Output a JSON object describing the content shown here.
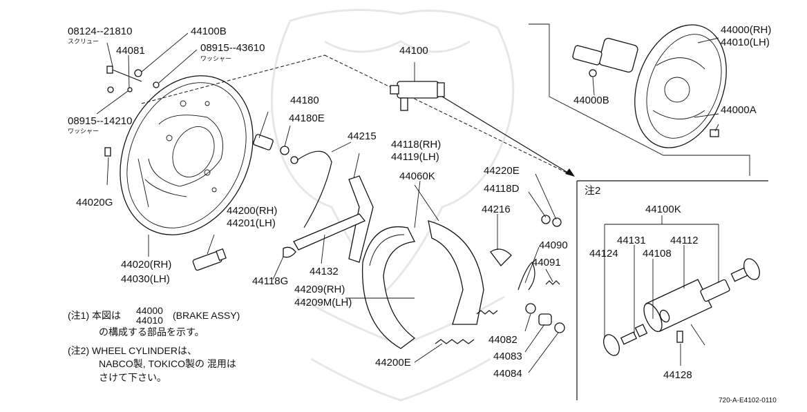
{
  "callouts": [
    {
      "id": "c1",
      "text": "08124--21810"
    },
    {
      "id": "c1s",
      "text": "スクリュー"
    },
    {
      "id": "c2",
      "text": "44100B"
    },
    {
      "id": "c3",
      "text": "44081"
    },
    {
      "id": "c4",
      "text": "08915--43610"
    },
    {
      "id": "c4s",
      "text": "ワッシャー"
    },
    {
      "id": "c5",
      "text": "44100"
    },
    {
      "id": "c6",
      "text": "44000(RH)"
    },
    {
      "id": "c7",
      "text": "44010(LH)"
    },
    {
      "id": "c8",
      "text": "44180"
    },
    {
      "id": "c9",
      "text": "44180E"
    },
    {
      "id": "c10",
      "text": "08915--14210"
    },
    {
      "id": "c10s",
      "text": "ワッシャー"
    },
    {
      "id": "c11",
      "text": "44215"
    },
    {
      "id": "c12",
      "text": "44118(RH)"
    },
    {
      "id": "c13",
      "text": "44119(LH)"
    },
    {
      "id": "c14",
      "text": "44000B"
    },
    {
      "id": "c15",
      "text": "44000A"
    },
    {
      "id": "c16",
      "text": "44020G"
    },
    {
      "id": "c17",
      "text": "44060K"
    },
    {
      "id": "c18",
      "text": "44220E"
    },
    {
      "id": "c19",
      "text": "44118D"
    },
    {
      "id": "c20",
      "text": "44200(RH)"
    },
    {
      "id": "c21",
      "text": "44201(LH)"
    },
    {
      "id": "c22",
      "text": "44216"
    },
    {
      "id": "c23",
      "text": "44090"
    },
    {
      "id": "c24",
      "text": "44091"
    },
    {
      "id": "c25",
      "text": "44020(RH)"
    },
    {
      "id": "c26",
      "text": "44030(LH)"
    },
    {
      "id": "c27",
      "text": "44132"
    },
    {
      "id": "c28",
      "text": "44118G"
    },
    {
      "id": "c29",
      "text": "44209(RH)"
    },
    {
      "id": "c30",
      "text": "44209M(LH)"
    },
    {
      "id": "c31",
      "text": "44082"
    },
    {
      "id": "c32",
      "text": "44083"
    },
    {
      "id": "c33",
      "text": "44084"
    },
    {
      "id": "c34",
      "text": "44200E"
    }
  ],
  "inset": {
    "title": "注2",
    "labels": [
      {
        "id": "i1",
        "text": "44100K"
      },
      {
        "id": "i2",
        "text": "44131"
      },
      {
        "id": "i3",
        "text": "44112"
      },
      {
        "id": "i4",
        "text": "44124"
      },
      {
        "id": "i5",
        "text": "44108"
      },
      {
        "id": "i6",
        "text": "44128"
      }
    ]
  },
  "notes": {
    "n1_prefix": "(注1) 本図は",
    "n1_top": "44000",
    "n1_bottom": "44010",
    "n1_suffix": "(BRAKE ASSY)",
    "n1_line2": "の構成する部品を示す。",
    "n2_line1": "(注2) WHEEL CYLINDERは、",
    "n2_line2": "NABCO製, TOKICO製の 混用は",
    "n2_line3": "さけて下さい。"
  },
  "reference": "720-A-E4102-0110"
}
